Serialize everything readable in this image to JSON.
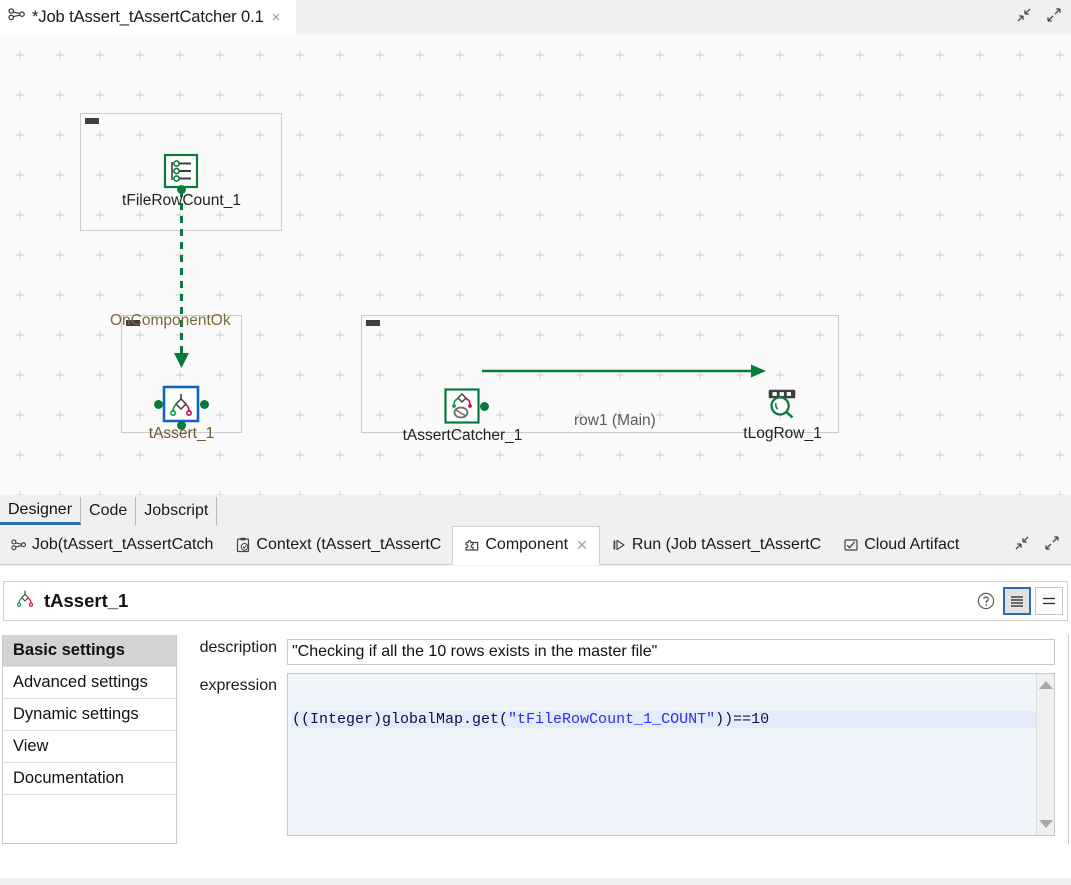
{
  "window": {
    "editor_tab_title": "*Job tAssert_tAssertCatcher 0.1",
    "editor_tab_icon": "job-icon",
    "close_label": "×",
    "minimize_icon": "minimize-icon",
    "maximize_icon": "maximize-icon"
  },
  "canvas": {
    "subjobs": [
      {
        "name": "subjob-filerowcount"
      },
      {
        "name": "subjob-assert"
      },
      {
        "name": "subjob-assertcatcher"
      }
    ],
    "nodes": [
      {
        "id": "tFileRowCount_1",
        "label": "tFileRowCount_1",
        "icon": "file-row-count-icon",
        "selected": false
      },
      {
        "id": "tAssert_1",
        "label": "tAssert_1",
        "icon": "assert-icon",
        "selected": true
      },
      {
        "id": "tAssertCatcher_1",
        "label": "tAssertCatcher_1",
        "icon": "assert-catcher-icon",
        "selected": false
      },
      {
        "id": "tLogRow_1",
        "label": "tLogRow_1",
        "icon": "log-row-icon",
        "selected": false
      }
    ],
    "links": [
      {
        "id": "trigger1",
        "label": "OnComponentOk",
        "kind": "trigger",
        "style": "dashed",
        "color": "#0a7a3c"
      },
      {
        "id": "row1",
        "label": "row1 (Main)",
        "kind": "main",
        "style": "solid",
        "color": "#0a7a3c"
      }
    ]
  },
  "view_tabs": [
    {
      "label": "Designer",
      "active": true
    },
    {
      "label": "Code",
      "active": false
    },
    {
      "label": "Jobscript",
      "active": false
    }
  ],
  "panel_tabs": [
    {
      "label": "Job(tAssert_tAssertCatch",
      "icon": "job-icon",
      "active": false,
      "closable": false
    },
    {
      "label": "Context (tAssert_tAssertC",
      "icon": "context-icon",
      "active": false,
      "closable": false
    },
    {
      "label": "Component",
      "icon": "component-icon",
      "active": true,
      "closable": true
    },
    {
      "label": "Run (Job tAssert_tAssertC",
      "icon": "run-icon",
      "active": false,
      "closable": false
    },
    {
      "label": "Cloud Artifact",
      "icon": "cloud-artifact-icon",
      "active": false,
      "closable": false
    }
  ],
  "panel_controls": {
    "minimize_icon": "minimize-icon",
    "maximize_icon": "maximize-icon"
  },
  "component": {
    "title": "tAssert_1",
    "title_icon": "assert-icon",
    "help_icon": "help-icon",
    "view_compact_icon": "list-dense-icon",
    "view_expanded_icon": "list-sparse-icon",
    "settings": [
      {
        "label": "Basic settings",
        "active": true
      },
      {
        "label": "Advanced settings",
        "active": false
      },
      {
        "label": "Dynamic settings",
        "active": false
      },
      {
        "label": "View",
        "active": false
      },
      {
        "label": "Documentation",
        "active": false
      }
    ],
    "fields": {
      "description_label": "description",
      "description_value": "\"Checking if all the 10 rows exists in the master file\"",
      "expression_label": "expression",
      "expression_prefix": "((Integer)globalMap.get(",
      "expression_string": "\"tFileRowCount_1_COUNT\"",
      "expression_suffix": "))==10"
    }
  },
  "colors": {
    "accent": "#2a6fb5",
    "link_green": "#0a7a3c",
    "selected_border": "#1565c0",
    "canvas_bg": "#fafafa",
    "panel_bg": "#f0f0f0"
  }
}
